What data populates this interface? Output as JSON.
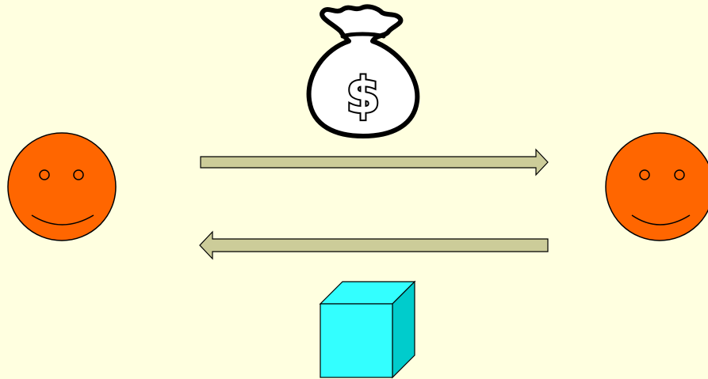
{
  "diagram": {
    "type": "exchange",
    "background_color": "#FFFFE0",
    "people": [
      {
        "role": "left-person",
        "icon": "smiley-face-icon",
        "color": "#FF6600"
      },
      {
        "role": "right-person",
        "icon": "smiley-face-icon",
        "color": "#FF6600"
      }
    ],
    "flows": [
      {
        "direction": "left-to-right",
        "item": "money-bag-icon",
        "symbol": "$"
      },
      {
        "direction": "right-to-left",
        "item": "cube-icon",
        "color": "#33FFFF"
      }
    ],
    "arrow_color": "#CCCC99"
  }
}
